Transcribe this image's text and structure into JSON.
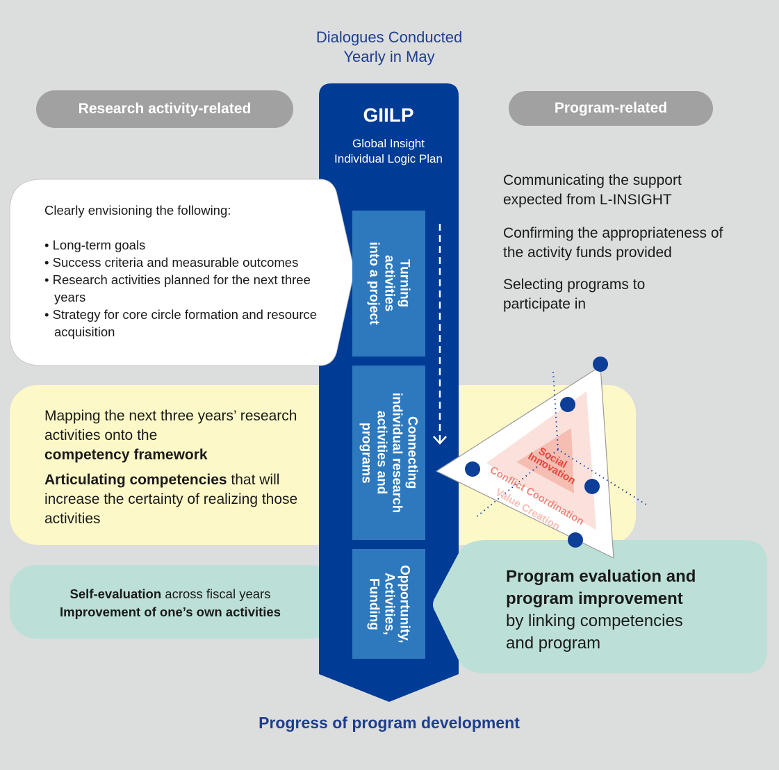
{
  "header": {
    "title_line1": "Dialogues Conducted",
    "title_line2": "Yearly in May"
  },
  "pills": {
    "left": "Research activity-related",
    "right": "Program-related"
  },
  "center_column": {
    "title": "GIILP",
    "subtitle_line1": "Global Insight",
    "subtitle_line2": "Individual Logic Plan",
    "steps": [
      {
        "label": "Turning\nactivities\ninto a project"
      },
      {
        "label": "Connecting\nindividual research\nactivities and\nprograms"
      },
      {
        "label": "Opportunity,\nActivities,\nFunding"
      }
    ],
    "arrow_icon": "dashed-down-arrow-icon"
  },
  "left_white_box": {
    "intro": "Clearly envisioning the following:",
    "bullets": [
      "• Long-term goals",
      "• Success criteria and measurable outcomes",
      "• Research activities planned for the next three years",
      "• Strategy for core circle formation and resource acquisition"
    ]
  },
  "left_yellow_box": {
    "p1_text": "Mapping the next three years’ research activities onto the",
    "p1_bold": "competency framework",
    "p2_bold": "Articulating competencies",
    "p2_text": " that will increase the certainty of realizing those activities"
  },
  "left_teal_box": {
    "line1_bold": "Self-evaluation",
    "line1_text": " across fiscal years",
    "line2_bold": "Improvement of one’s own activities"
  },
  "right_items": [
    {
      "text": "Communicating the support expected from L-INSIGHT"
    },
    {
      "text": "Confirming the appropriateness of the activity funds provided"
    },
    {
      "text": "Selecting programs to participate in"
    }
  ],
  "triangle": {
    "layers": [
      "Social",
      "Innovation",
      "Conflict Coordination",
      "Value Creation"
    ],
    "colors": {
      "social": "#e8453c",
      "conflict": "#f08a7e",
      "value": "#f6bfb5",
      "node": "#0d3f99"
    }
  },
  "right_teal_box": {
    "bold_line1": "Program evaluation and",
    "bold_line2": "program improvement",
    "text_line1": "by linking competencies",
    "text_line2": "and program"
  },
  "footer": {
    "label": "Progress of program development"
  },
  "colors": {
    "navy": "#003b95",
    "step_blue": "#2e79be",
    "pill_gray": "#a0a1a0",
    "yellow": "#fdf8c8",
    "teal": "#bce0d8",
    "background": "#dcdddd"
  }
}
